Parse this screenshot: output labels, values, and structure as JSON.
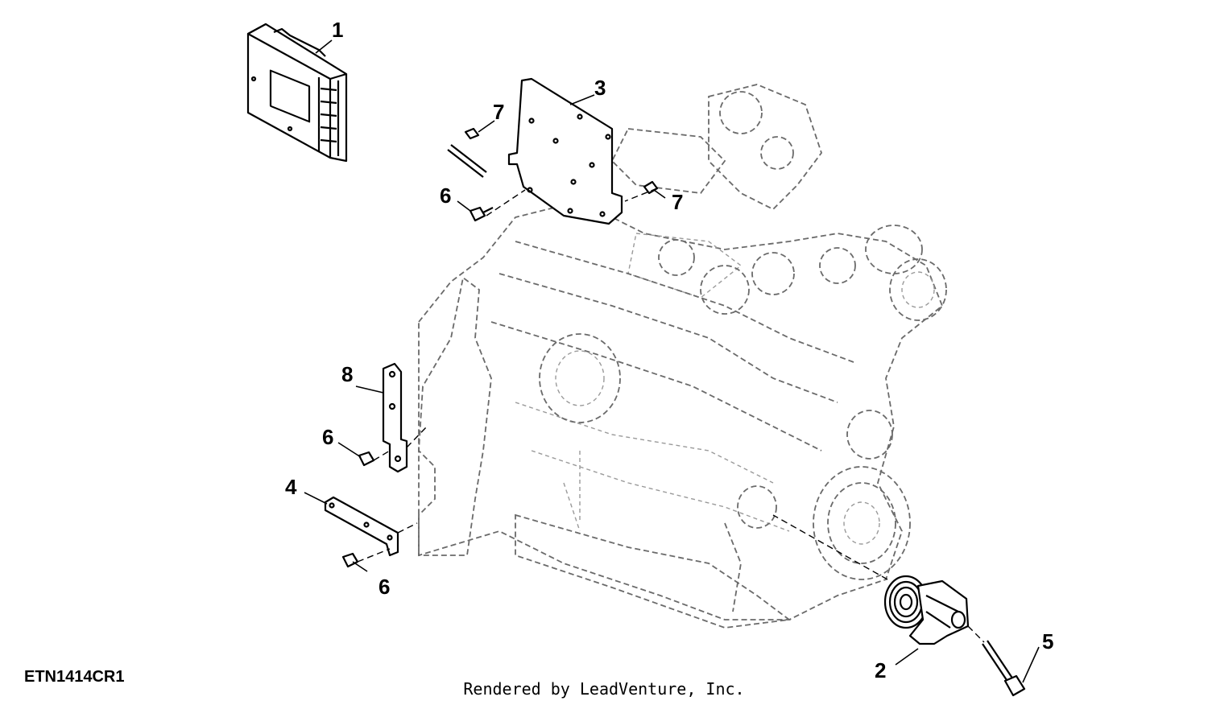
{
  "figure": {
    "code": "ETN1414CR1",
    "footer": "Rendered by LeadVenture, Inc."
  },
  "callouts": {
    "c1": "1",
    "c2": "2",
    "c3": "3",
    "c4": "4",
    "c5": "5",
    "c6a": "6",
    "c6b": "6",
    "c6c": "6",
    "c7a": "7",
    "c7b": "7",
    "c8": "8"
  }
}
